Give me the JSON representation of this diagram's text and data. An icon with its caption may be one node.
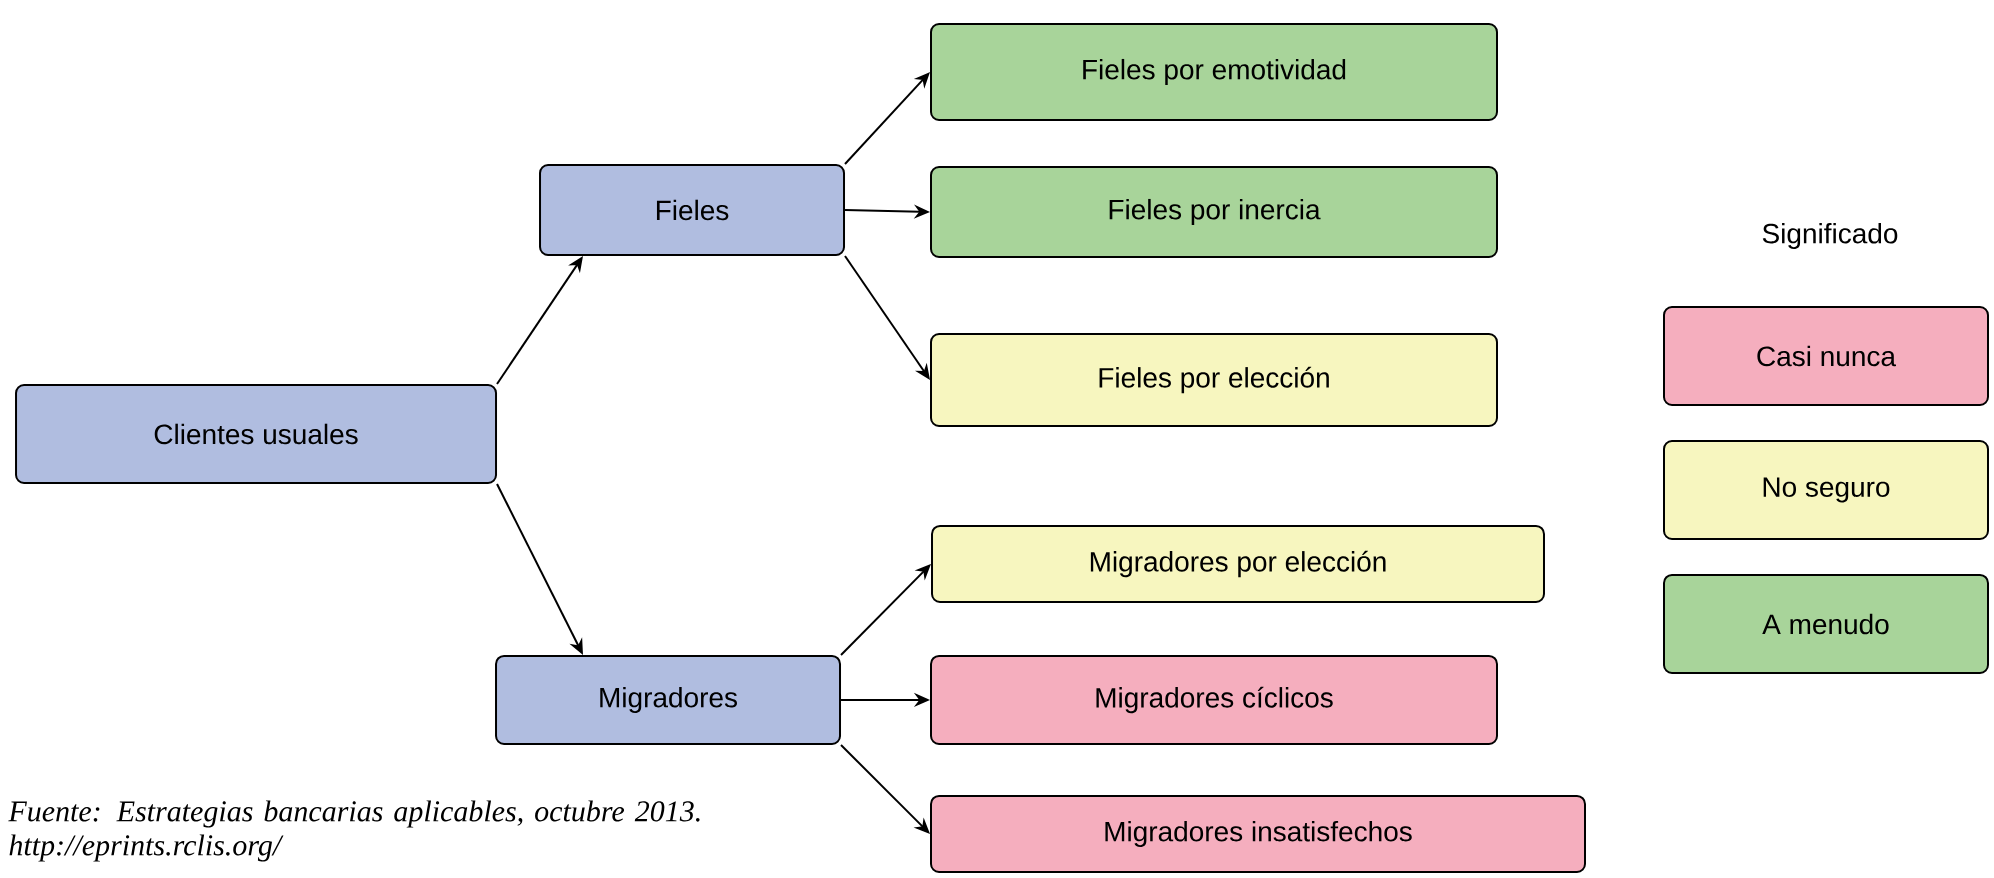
{
  "diagram": {
    "caption": "Fuente: Estrategias bancarias aplicables, octubre 2013. http://eprints.rclis.org/",
    "nodes": [
      {
        "text": [
          "Clientes usuales"
        ]
      },
      {
        "text": [
          "Fieles"
        ]
      },
      {
        "text": [
          "Migradores"
        ]
      },
      {
        "text": [
          "Fieles por emotividad"
        ]
      },
      {
        "text": [
          "Fieles por inercia"
        ]
      },
      {
        "text": [
          "Fieles por elección"
        ]
      },
      {
        "text": [
          "Migradores por elección"
        ]
      },
      {
        "text": [
          "Migradores cíclicos"
        ]
      },
      {
        "text": [
          "Migradores insatisfechos"
        ]
      }
    ],
    "edges": [
      {
        "from": 0,
        "to": 1,
        "arrow": "to"
      },
      {
        "from": 0,
        "to": 2,
        "arrow": "to"
      },
      {
        "from": 1,
        "to": 3,
        "arrow": "to"
      },
      {
        "from": 1,
        "to": 4,
        "arrow": "to"
      },
      {
        "from": 1,
        "to": 5,
        "arrow": "to"
      },
      {
        "from": 2,
        "to": 6,
        "arrow": "to"
      },
      {
        "from": 2,
        "to": 7,
        "arrow": "to"
      },
      {
        "from": 2,
        "to": 8,
        "arrow": "to"
      }
    ],
    "labels": [
      "Significado"
    ],
    "legend": [
      {
        "text": "Casi nunca",
        "color": "#f5aebe"
      },
      {
        "text": "No seguro",
        "color": "#f7f6bf"
      },
      {
        "text": "A menudo",
        "color": "#a8d49a"
      }
    ]
  }
}
